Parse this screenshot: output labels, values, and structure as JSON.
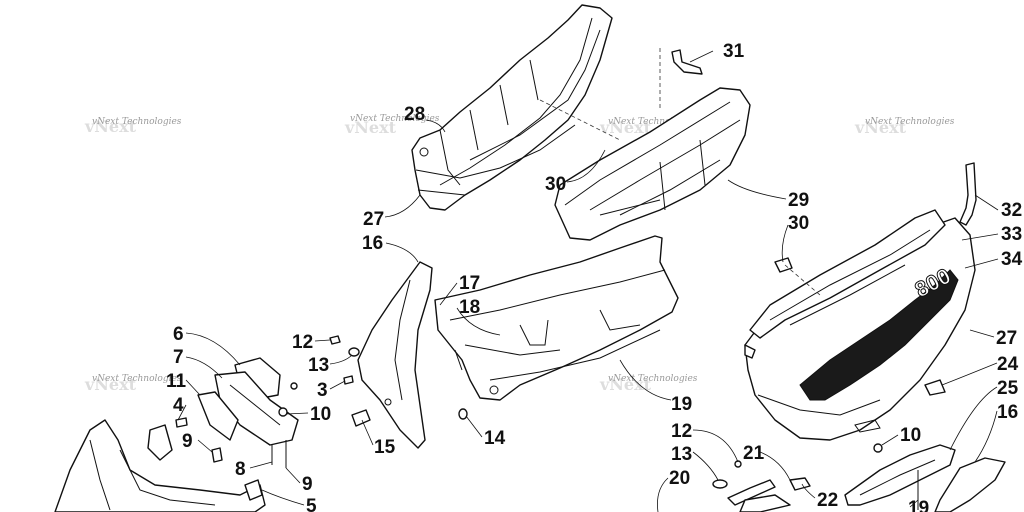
{
  "watermarks": [
    {
      "text": "vNext Technologies"
    },
    {
      "text": "vNext Technologies"
    },
    {
      "text": "vNext Technologies"
    },
    {
      "text": "vNext Technologies"
    },
    {
      "text": "vNext Technologies"
    },
    {
      "text": "vNext Technologies"
    }
  ],
  "decal": {
    "text": "800"
  },
  "callouts": [
    {
      "label": "31"
    },
    {
      "label": "28"
    },
    {
      "label": "30"
    },
    {
      "label": "27"
    },
    {
      "label": "29"
    },
    {
      "label": "30"
    },
    {
      "label": "32"
    },
    {
      "label": "33"
    },
    {
      "label": "34"
    },
    {
      "label": "27"
    },
    {
      "label": "16"
    },
    {
      "label": "17"
    },
    {
      "label": "18"
    },
    {
      "label": "6"
    },
    {
      "label": "7"
    },
    {
      "label": "11"
    },
    {
      "label": "4"
    },
    {
      "label": "12"
    },
    {
      "label": "13"
    },
    {
      "label": "3"
    },
    {
      "label": "10"
    },
    {
      "label": "9"
    },
    {
      "label": "8"
    },
    {
      "label": "9"
    },
    {
      "label": "5"
    },
    {
      "label": "15"
    },
    {
      "label": "14"
    },
    {
      "label": "19"
    },
    {
      "label": "24"
    },
    {
      "label": "25"
    },
    {
      "label": "16"
    },
    {
      "label": "10"
    },
    {
      "label": "12"
    },
    {
      "label": "13"
    },
    {
      "label": "21"
    },
    {
      "label": "20"
    },
    {
      "label": "22"
    },
    {
      "label": "19"
    }
  ]
}
